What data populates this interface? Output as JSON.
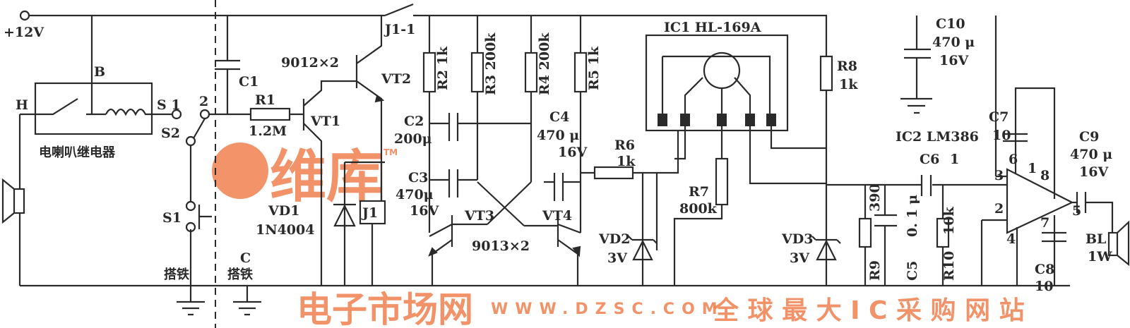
{
  "title": "Electric horn relay anti-theft / alarm circuit",
  "labels": {
    "supply": "+12V",
    "b": "B",
    "h": "H",
    "s1_term": "S 1",
    "term2": "2",
    "s2": "S2",
    "relay_name": "电喇叭继电器",
    "s1_button": "S1",
    "ground1": "搭铁",
    "ground2": "搭铁",
    "c_label": "C",
    "c1": "C1",
    "r1": "R1",
    "r1_val": "1.2M",
    "vt1": "VT1",
    "pnp": "9012×2",
    "vt2": "VT2",
    "j1_1": "J1-1",
    "vd1": "VD1",
    "vd1_val": "1N4004",
    "j1": "J1",
    "r2": "R2 1k",
    "r3": "R3 200k",
    "r4": "R4 200k",
    "r5": "R5 1k",
    "c2": "C2",
    "c2_val": "200μ",
    "c3": "C3",
    "c3_val": "470μ",
    "c3_v": "16V",
    "c4": "C4",
    "c4_val": "470 μ",
    "c4_v": "16V",
    "r6": "R6",
    "r6_val": "1k",
    "vt3": "VT3",
    "vt4": "VT4",
    "npn": "9013×2",
    "ic1": "IC1 HL-169A",
    "r7": "R7",
    "r7_val": "800k",
    "vd2": "VD2",
    "vd2_val": "3V",
    "r8": "R8",
    "r8_val": "1k",
    "c10": "C10",
    "c10_val": "470 μ",
    "c10_v": "16V",
    "ic2": "IC2 LM386",
    "c7": "C7",
    "c7_val": "10",
    "c6": "C6",
    "c6_val": "1",
    "c9": "C9",
    "c9_val": "470 μ",
    "c9_v": "16V",
    "vd3": "VD3",
    "vd3_val": "3V",
    "r9": "R9",
    "r9_val": "390",
    "c5": "C5",
    "c5_val": "0. 1 μ",
    "r10": "R10",
    "r10_val": "10k",
    "c8": "C8",
    "c8_val": "10",
    "bl": "BL",
    "bl_val": "1W",
    "pin6": "6",
    "pin3": "3",
    "pin2": "2",
    "pin4": "4",
    "pin1": "1",
    "pin8": "8",
    "pin7": "7",
    "pin5": "5"
  },
  "watermark": {
    "brand": "维库",
    "tm": "TM",
    "site": "电子市场网",
    "url": "WWW.DZSC.COM",
    "slogan": "全 球 最 大 I C 采 购 网 站"
  }
}
